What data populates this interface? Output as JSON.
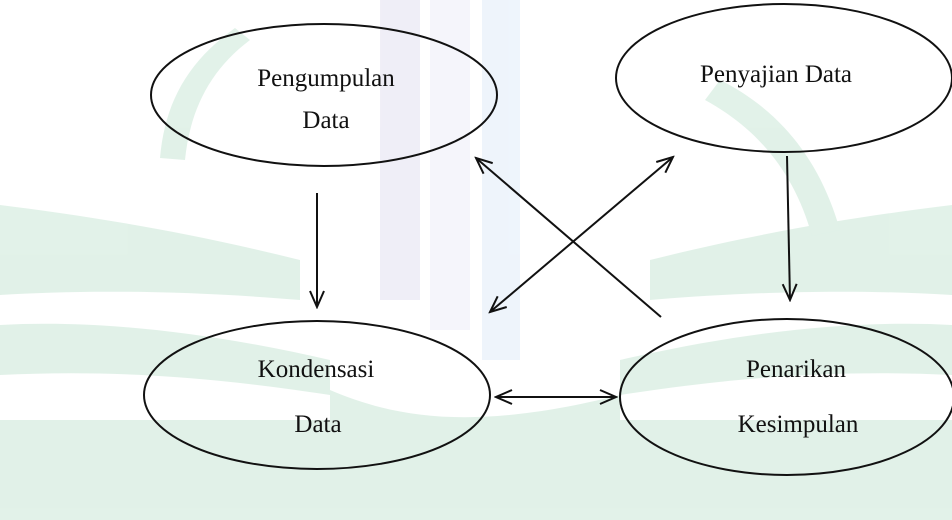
{
  "diagram": {
    "nodes": {
      "pengumpulan": {
        "line1": "Pengumpulan",
        "line2": "Data"
      },
      "penyajian": {
        "line1": "Penyajian Data"
      },
      "kondensasi": {
        "line1": "Kondensasi",
        "line2": "Data"
      },
      "penarikan": {
        "line1": "Penarikan",
        "line2": "Kesimpulan"
      }
    },
    "edges": [
      {
        "from": "Pengumpulan Data",
        "to": "Kondensasi Data",
        "direction": "one-way"
      },
      {
        "from": "Penyajian Data",
        "to": "Penarikan Kesimpulan",
        "direction": "one-way"
      },
      {
        "from": "Kondensasi Data",
        "to": "Penyajian Data",
        "direction": "two-way"
      },
      {
        "from": "Penarikan Kesimpulan",
        "to": "Pengumpulan Data",
        "direction": "one-way"
      },
      {
        "from": "Kondensasi Data",
        "to": "Penarikan Kesimpulan",
        "direction": "two-way"
      }
    ],
    "colors": {
      "logo_green": "#1e9a55",
      "logo_blue": "#7fb2e6",
      "logo_purple": "#8a86c4",
      "stroke": "#111111"
    }
  }
}
